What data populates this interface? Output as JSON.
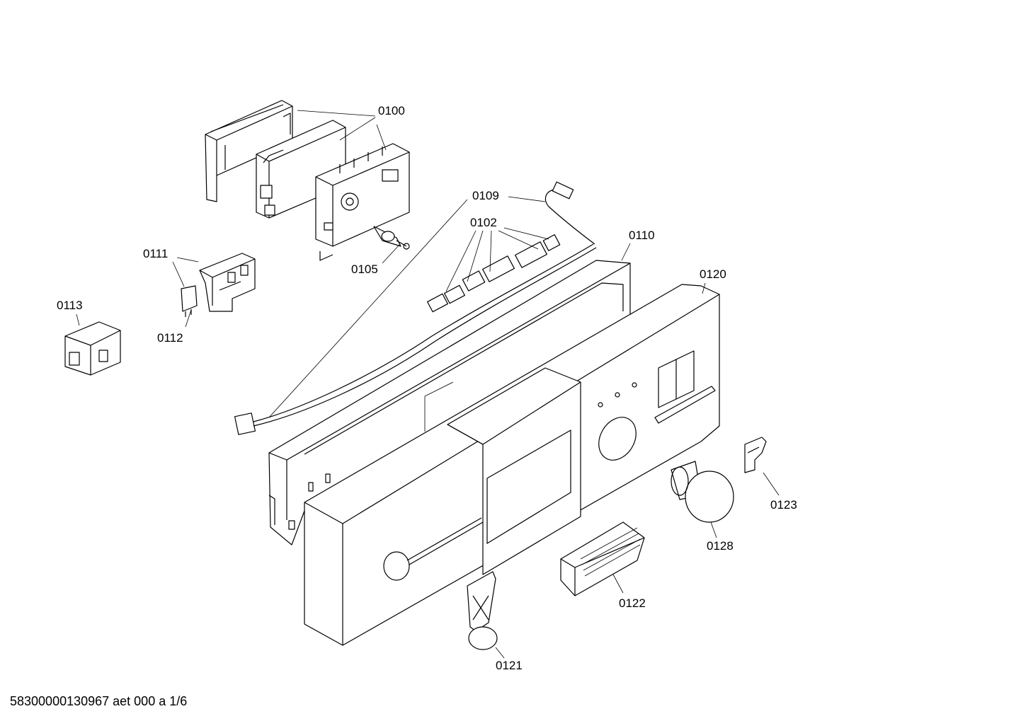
{
  "callouts": [
    {
      "id": "0100"
    },
    {
      "id": "0109"
    },
    {
      "id": "0102"
    },
    {
      "id": "0105"
    },
    {
      "id": "0110"
    },
    {
      "id": "0111"
    },
    {
      "id": "0112"
    },
    {
      "id": "0113"
    },
    {
      "id": "0120"
    },
    {
      "id": "0123"
    },
    {
      "id": "0128"
    },
    {
      "id": "0122"
    },
    {
      "id": "0121"
    }
  ],
  "footer": {
    "document_code": "58300000130967 aet 000 a 1/6"
  }
}
